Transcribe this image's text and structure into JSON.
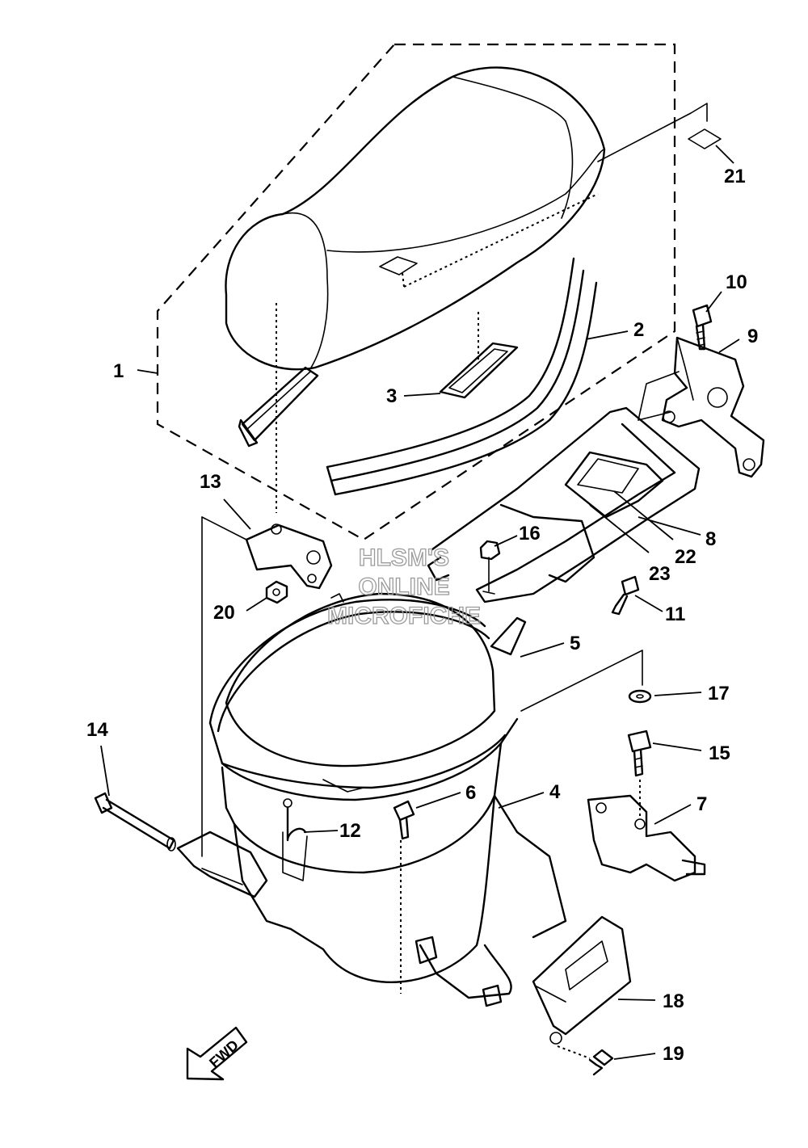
{
  "watermark": [
    "HLSM'S",
    "ONLINE",
    "MICROFICHE"
  ],
  "direction_label": "FWD",
  "callouts": [
    "1",
    "2",
    "3",
    "4",
    "5",
    "6",
    "7",
    "8",
    "9",
    "10",
    "11",
    "12",
    "13",
    "14",
    "15",
    "16",
    "17",
    "18",
    "19",
    "20",
    "21",
    "22",
    "23"
  ],
  "colors": {
    "line": "#000000",
    "watermark": "#9a9a9a",
    "background": "#ffffff"
  }
}
